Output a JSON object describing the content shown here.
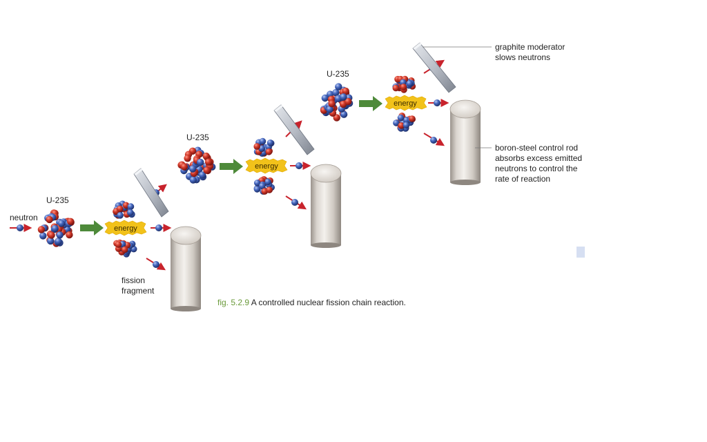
{
  "labels": {
    "neutron": "neutron",
    "u235": "U-235",
    "energy": "energy",
    "fission_fragment": "fission\nfragment",
    "graphite_moderator": "graphite moderator\nslows neutrons",
    "control_rod": "boron-steel control rod\nabsorbs excess emitted\nneutrons to control the\nrate of reaction"
  },
  "caption": {
    "figure_number": "fig. 5.2.9",
    "text": "A controlled nuclear fission chain reaction."
  },
  "colors": {
    "proton": "#d23a2a",
    "neutron": "#4668c0",
    "arrow_red": "#c8232c",
    "arrow_green": "#4e8a3a",
    "energy_badge": "#f2c21a",
    "caption_fig": "#6a9a3a"
  }
}
